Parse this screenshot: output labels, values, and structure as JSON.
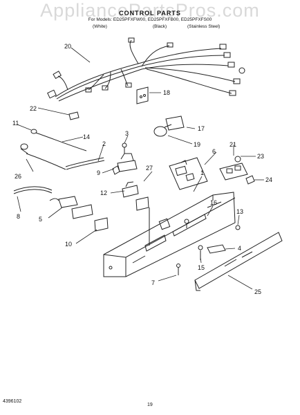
{
  "watermark": "AppliancePartsPros.com",
  "header": {
    "title": "CONTROL PARTS",
    "subtitle": "For Models: ED25PFXFW00, ED25PFXFB00, ED25PFXFS00",
    "colors": [
      "(White)",
      "(Black)",
      "(Stainless Steel)"
    ]
  },
  "footer": {
    "code": "4396102",
    "page": "19"
  },
  "callouts": [
    {
      "id": "20",
      "label": "20"
    },
    {
      "id": "18",
      "label": "18"
    },
    {
      "id": "22",
      "label": "22"
    },
    {
      "id": "11",
      "label": "11"
    },
    {
      "id": "14",
      "label": "14"
    },
    {
      "id": "3",
      "label": "3"
    },
    {
      "id": "17",
      "label": "17"
    },
    {
      "id": "19",
      "label": "19"
    },
    {
      "id": "2",
      "label": "2"
    },
    {
      "id": "6",
      "label": "6"
    },
    {
      "id": "21",
      "label": "21"
    },
    {
      "id": "23",
      "label": "23"
    },
    {
      "id": "9",
      "label": "9"
    },
    {
      "id": "27",
      "label": "27"
    },
    {
      "id": "1",
      "label": "1"
    },
    {
      "id": "24",
      "label": "24"
    },
    {
      "id": "26",
      "label": "26"
    },
    {
      "id": "12",
      "label": "12"
    },
    {
      "id": "16",
      "label": "16"
    },
    {
      "id": "8",
      "label": "8"
    },
    {
      "id": "5",
      "label": "5"
    },
    {
      "id": "13",
      "label": "13"
    },
    {
      "id": "10",
      "label": "10"
    },
    {
      "id": "4",
      "label": "4"
    },
    {
      "id": "15",
      "label": "15"
    },
    {
      "id": "7",
      "label": "7"
    },
    {
      "id": "25",
      "label": "25"
    }
  ]
}
